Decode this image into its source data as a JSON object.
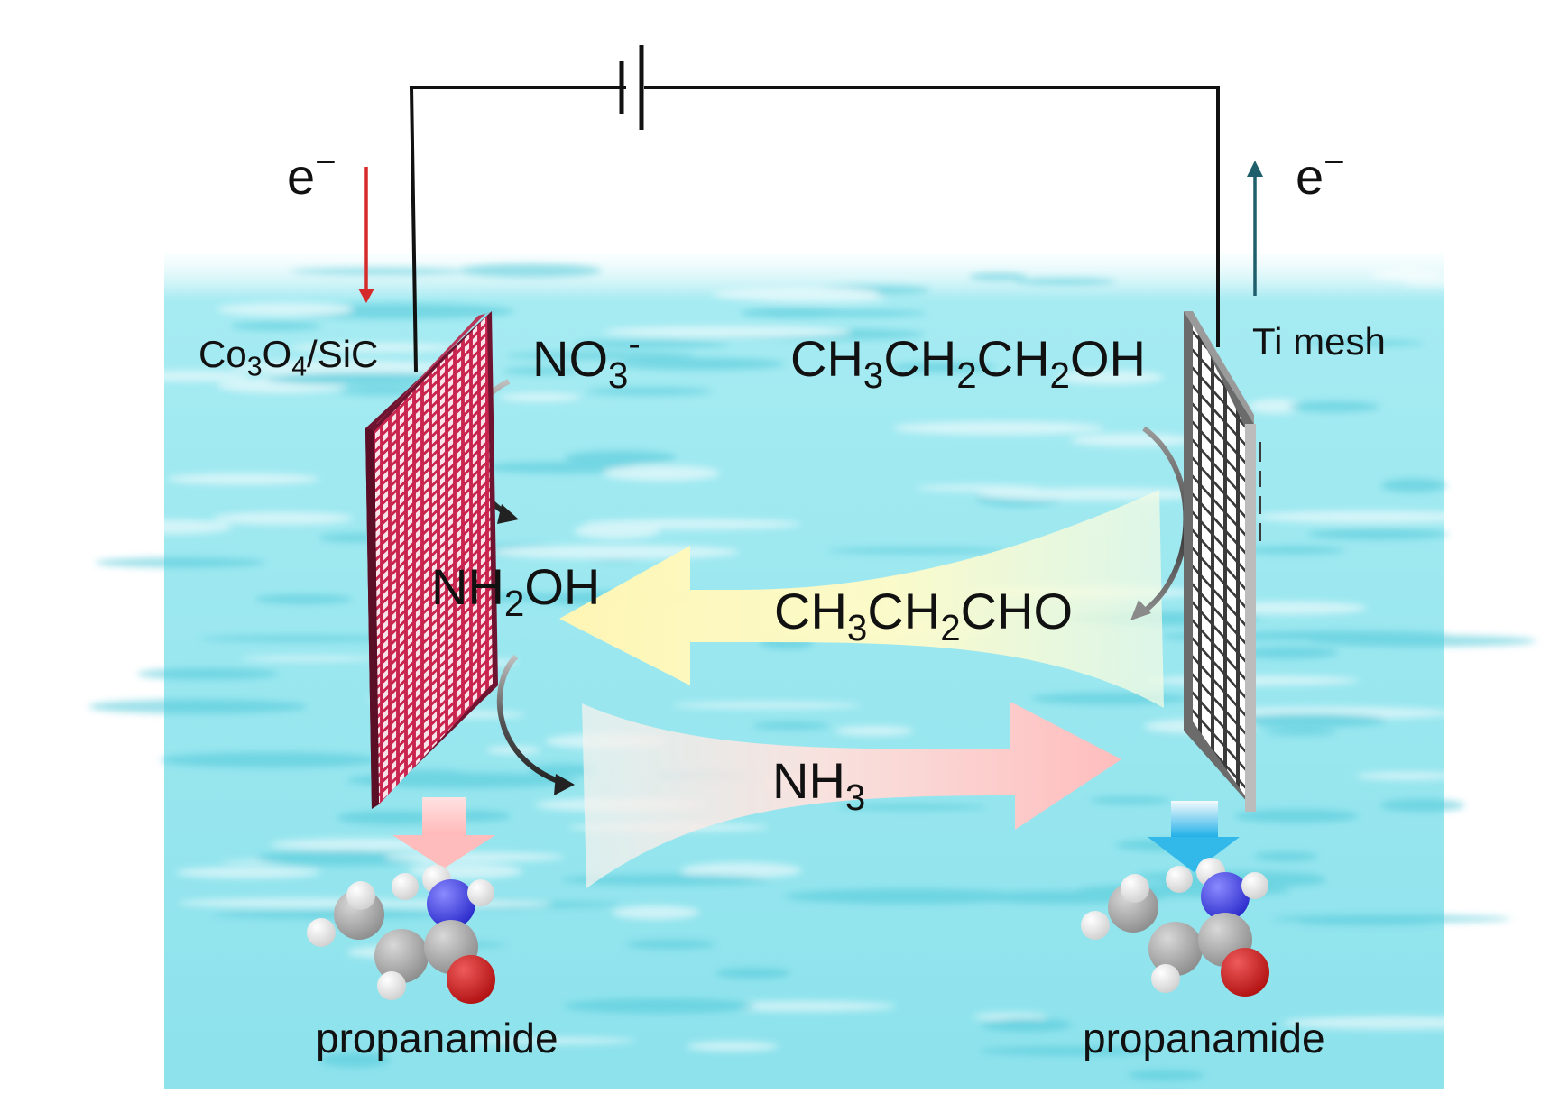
{
  "diagram": {
    "title": "Electrochemical co-electrolysis cell: nitrate reduction and propanol oxidation to propanamide",
    "circuit": {
      "power_source": "battery",
      "cathode_electron_label": {
        "base": "e",
        "sup": "−"
      },
      "anode_electron_label": {
        "base": "e",
        "sup": "−"
      }
    },
    "cathode": {
      "label": {
        "parts": [
          "Co",
          "3",
          "O",
          "4",
          "/SiC"
        ]
      },
      "color": "#9b1f45",
      "electron_arrow_color": "#d62b2b"
    },
    "anode": {
      "label": "Ti mesh",
      "color": "#8a8a8a",
      "electron_arrow_color": "#1f5f6b"
    },
    "species": {
      "nitrate": {
        "parts": [
          "NO",
          "3",
          "-"
        ]
      },
      "hydroxylamine": {
        "parts": [
          "NH",
          "2",
          "OH"
        ]
      },
      "ammonia": {
        "parts": [
          "NH",
          "3"
        ]
      },
      "propanol": {
        "parts": [
          "CH",
          "3",
          "CH",
          "2",
          "CH",
          "2",
          "OH"
        ]
      },
      "propanal": {
        "parts": [
          "CH",
          "3",
          "CH",
          "2",
          "CHO"
        ]
      }
    },
    "flows": [
      {
        "name": "propanal-transfer",
        "from": "anode",
        "to": "cathode",
        "color": "#fff7b0"
      },
      {
        "name": "ammonia-transfer",
        "from": "cathode",
        "to": "anode",
        "color": "#ffb8b8"
      }
    ],
    "products": {
      "left": {
        "label": "propanamide",
        "arrow_color": "#ffc4c4"
      },
      "right": {
        "label": "propanamide",
        "arrow_color": "#33b8ea"
      }
    },
    "colors": {
      "electrolyte": "#8fe3ee",
      "atom_carbon": "#9a9a9a",
      "atom_hydrogen": "#eeeeee",
      "atom_nitrogen": "#3b3bd6",
      "atom_oxygen": "#cc1c1c"
    }
  }
}
